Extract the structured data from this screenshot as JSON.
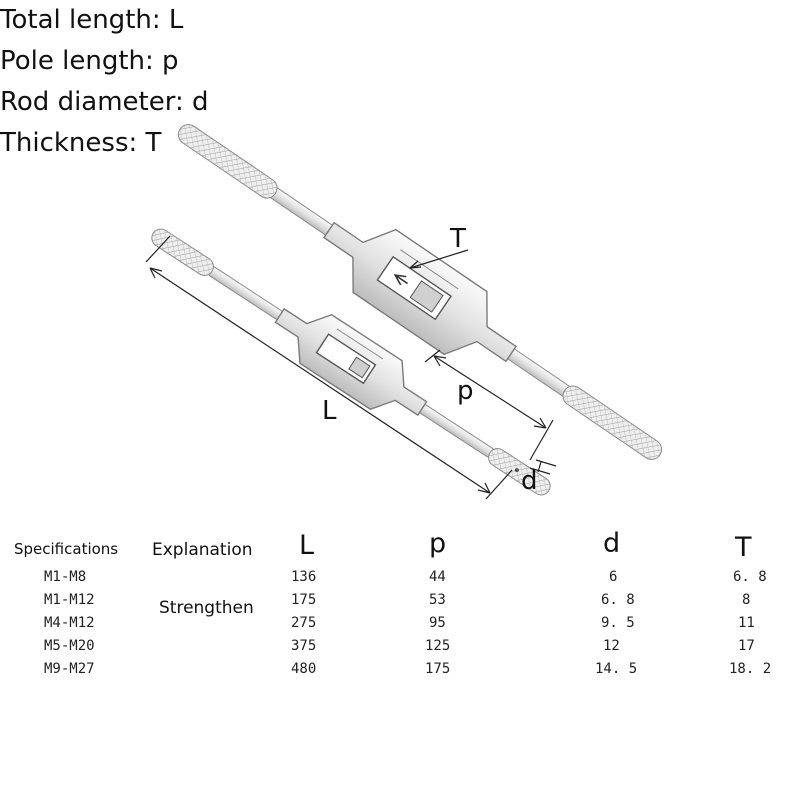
{
  "legend": [
    "Total length: L",
    "Pole length: p",
    "Rod diameter: d",
    "Thickness: T"
  ],
  "figure": {
    "labels": {
      "T": "T",
      "L": "L",
      "p": "p",
      "d": "d"
    }
  },
  "table": {
    "headers": {
      "specifications": "Specifications",
      "explanation": "Explanation",
      "L": "L",
      "p": "p",
      "d": "d",
      "T": "T"
    },
    "note": "Strengthen",
    "rows": [
      {
        "spec": "M1-M8",
        "L": "136",
        "p": "44",
        "d": "6",
        "T": "6. 8"
      },
      {
        "spec": "M1-M12",
        "L": "175",
        "p": "53",
        "d": "6. 8",
        "T": "8"
      },
      {
        "spec": "M4-M12",
        "L": "275",
        "p": "95",
        "d": "9. 5",
        "T": "11"
      },
      {
        "spec": "M5-M20",
        "L": "375",
        "p": "125",
        "d": "12",
        "T": "17"
      },
      {
        "spec": "M9-M27",
        "L": "480",
        "p": "175",
        "d": "14. 5",
        "T": "18. 2"
      }
    ]
  }
}
